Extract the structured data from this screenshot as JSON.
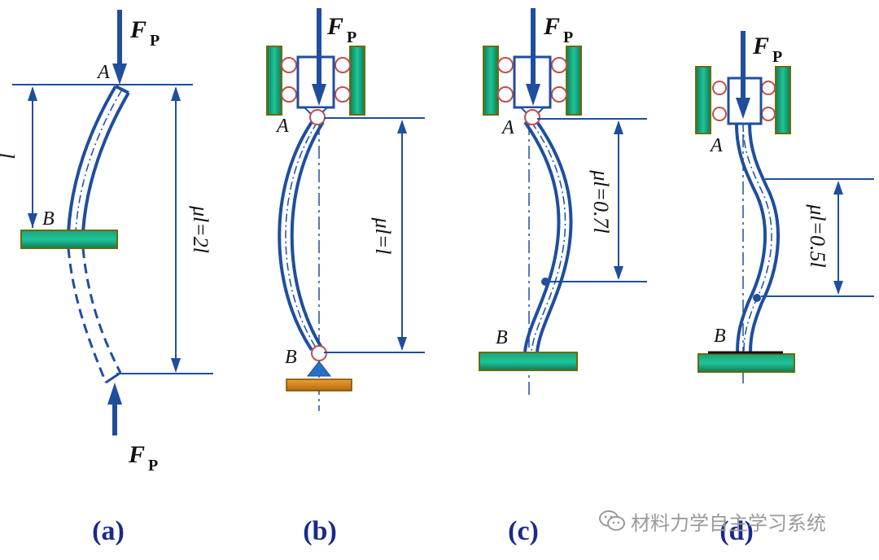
{
  "force_label": "F",
  "force_subscript": "P",
  "points": {
    "top": "A",
    "bottom": "B"
  },
  "diagrams": [
    {
      "caption": "(a)",
      "length_label": "l",
      "effective_length_label": "μl=2l"
    },
    {
      "caption": "(b)",
      "effective_length_label": "μl=l"
    },
    {
      "caption": "(c)",
      "effective_length_label": "μl=0.7l"
    },
    {
      "caption": "(d)",
      "effective_length_label": "μl=0.5l"
    }
  ],
  "watermark": "材料力学自主学习系统",
  "colors": {
    "column": "#1f4e9e",
    "dimension": "#1f4e9e",
    "support": "#1e9a7a",
    "support_edge": "#6b6b00",
    "roller": "#ffffff",
    "roller_edge": "#c0504d",
    "pin_base": "#d98c1a",
    "caption": "#1a2a8a"
  }
}
